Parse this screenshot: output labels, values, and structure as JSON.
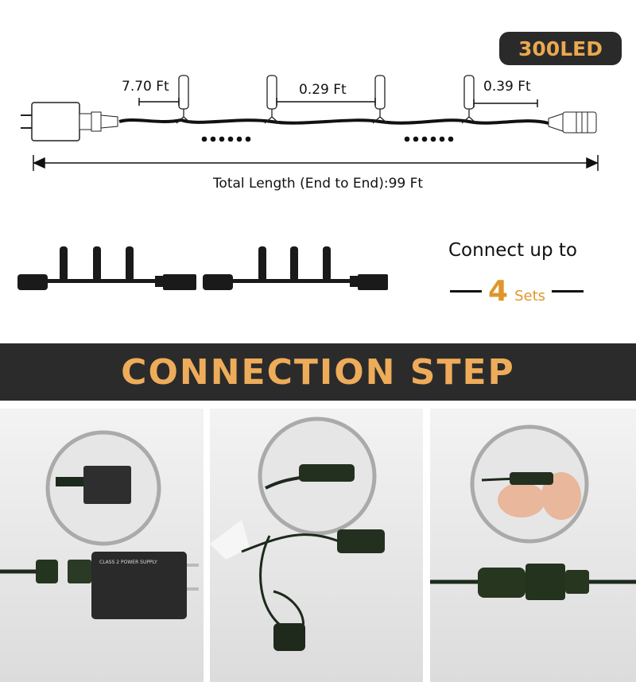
{
  "badge": "300LED",
  "diagram": {
    "lead_length": "7.70 Ft",
    "spacing": "0.29 Ft",
    "tail_length": "0.39 Ft",
    "total_length": "Total Length (End to End):99 Ft"
  },
  "connect": {
    "line1": "Connect up to",
    "number": "4",
    "unit": "Sets"
  },
  "banner": "CONNECTION STEP",
  "steps": [
    {
      "adapter_label": "CLASS 2 POWER SUPPLY"
    },
    {},
    {}
  ],
  "colors": {
    "accent": "#eeac5a",
    "dark": "#2b2b2b",
    "orange": "#e0962a"
  }
}
